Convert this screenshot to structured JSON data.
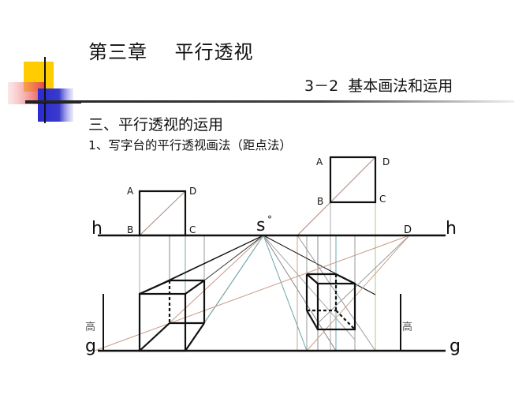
{
  "slide": {
    "chapter_title": "第三章    平行透视",
    "section_title": "3－2  基本画法和运用",
    "heading": "三、平行透视的运用",
    "subheading": "1、写字台的平行透视画法（距点法）"
  },
  "diagram": {
    "horizon_label_left": "h",
    "horizon_label_right": "h",
    "ground_label_left": "g",
    "ground_label_right": "g",
    "height_label_left": "高",
    "height_label_right": "高",
    "vanishing_point_label": "s",
    "vanishing_point_mark": "°",
    "distance_point_label": "D",
    "left_square": {
      "A": "A",
      "B": "B",
      "C": "C",
      "D": "D"
    },
    "right_square": {
      "A": "A",
      "B": "B",
      "C": "C",
      "D": "D"
    },
    "colors": {
      "main_line": "#111111",
      "construction_gray": "#9a9a9a",
      "construction_teal": "#6aa7a8",
      "construction_red": "#c79a86",
      "construction_green": "#a9c98a",
      "logo_yellow": "#ffcc00",
      "logo_red": "#ee5555",
      "logo_blue": "#3333cc"
    }
  }
}
